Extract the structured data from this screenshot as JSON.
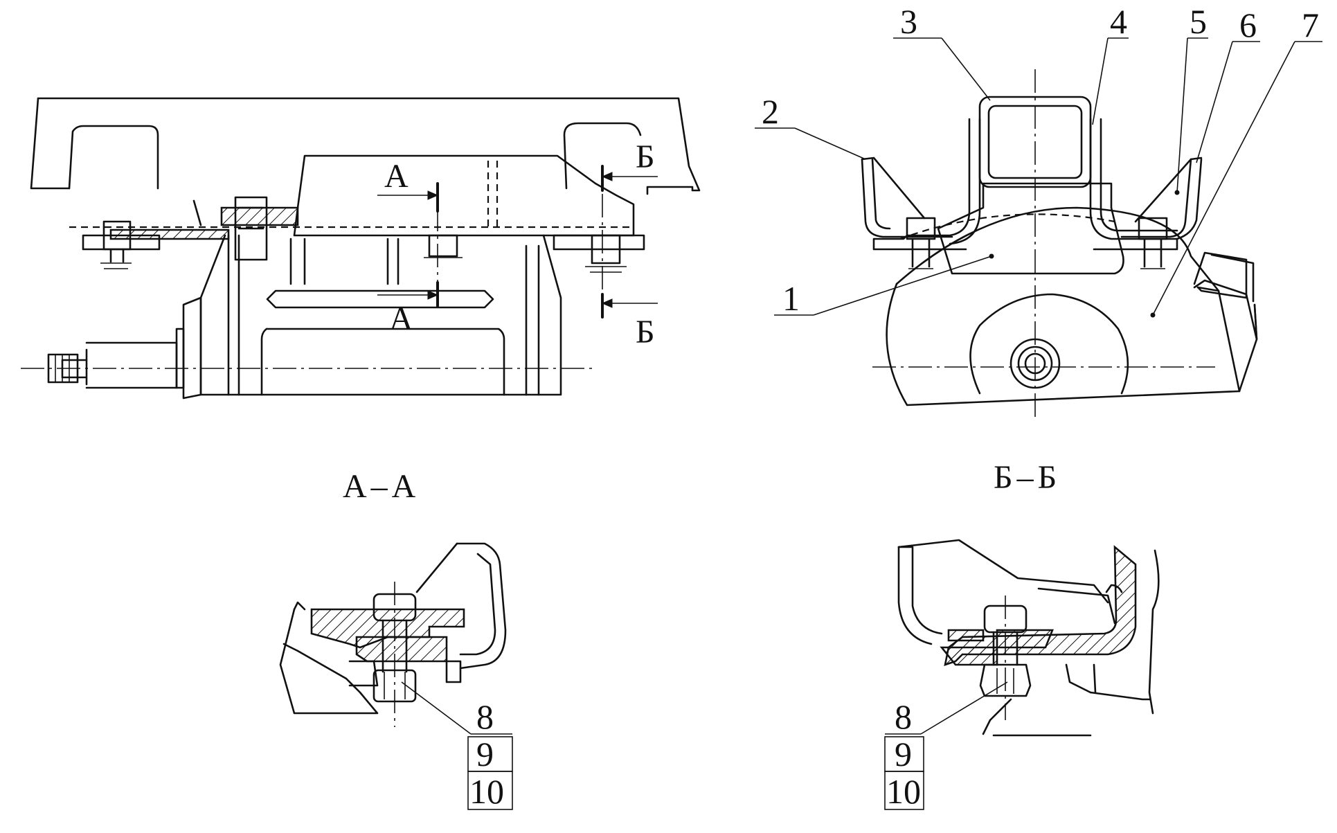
{
  "section_labels": {
    "a_a": "А–А",
    "b_b": "Б–Б"
  },
  "cut_marks": {
    "a": "А",
    "b": "Б"
  },
  "callouts": {
    "c1": "1",
    "c2": "2",
    "c3": "3",
    "c4": "4",
    "c5": "5",
    "c6": "6",
    "c7": "7"
  },
  "fastener_stack_left": {
    "n8": "8",
    "n9": "9",
    "n10": "10"
  },
  "fastener_stack_right": {
    "n8": "8",
    "n9": "9",
    "n10": "10"
  }
}
